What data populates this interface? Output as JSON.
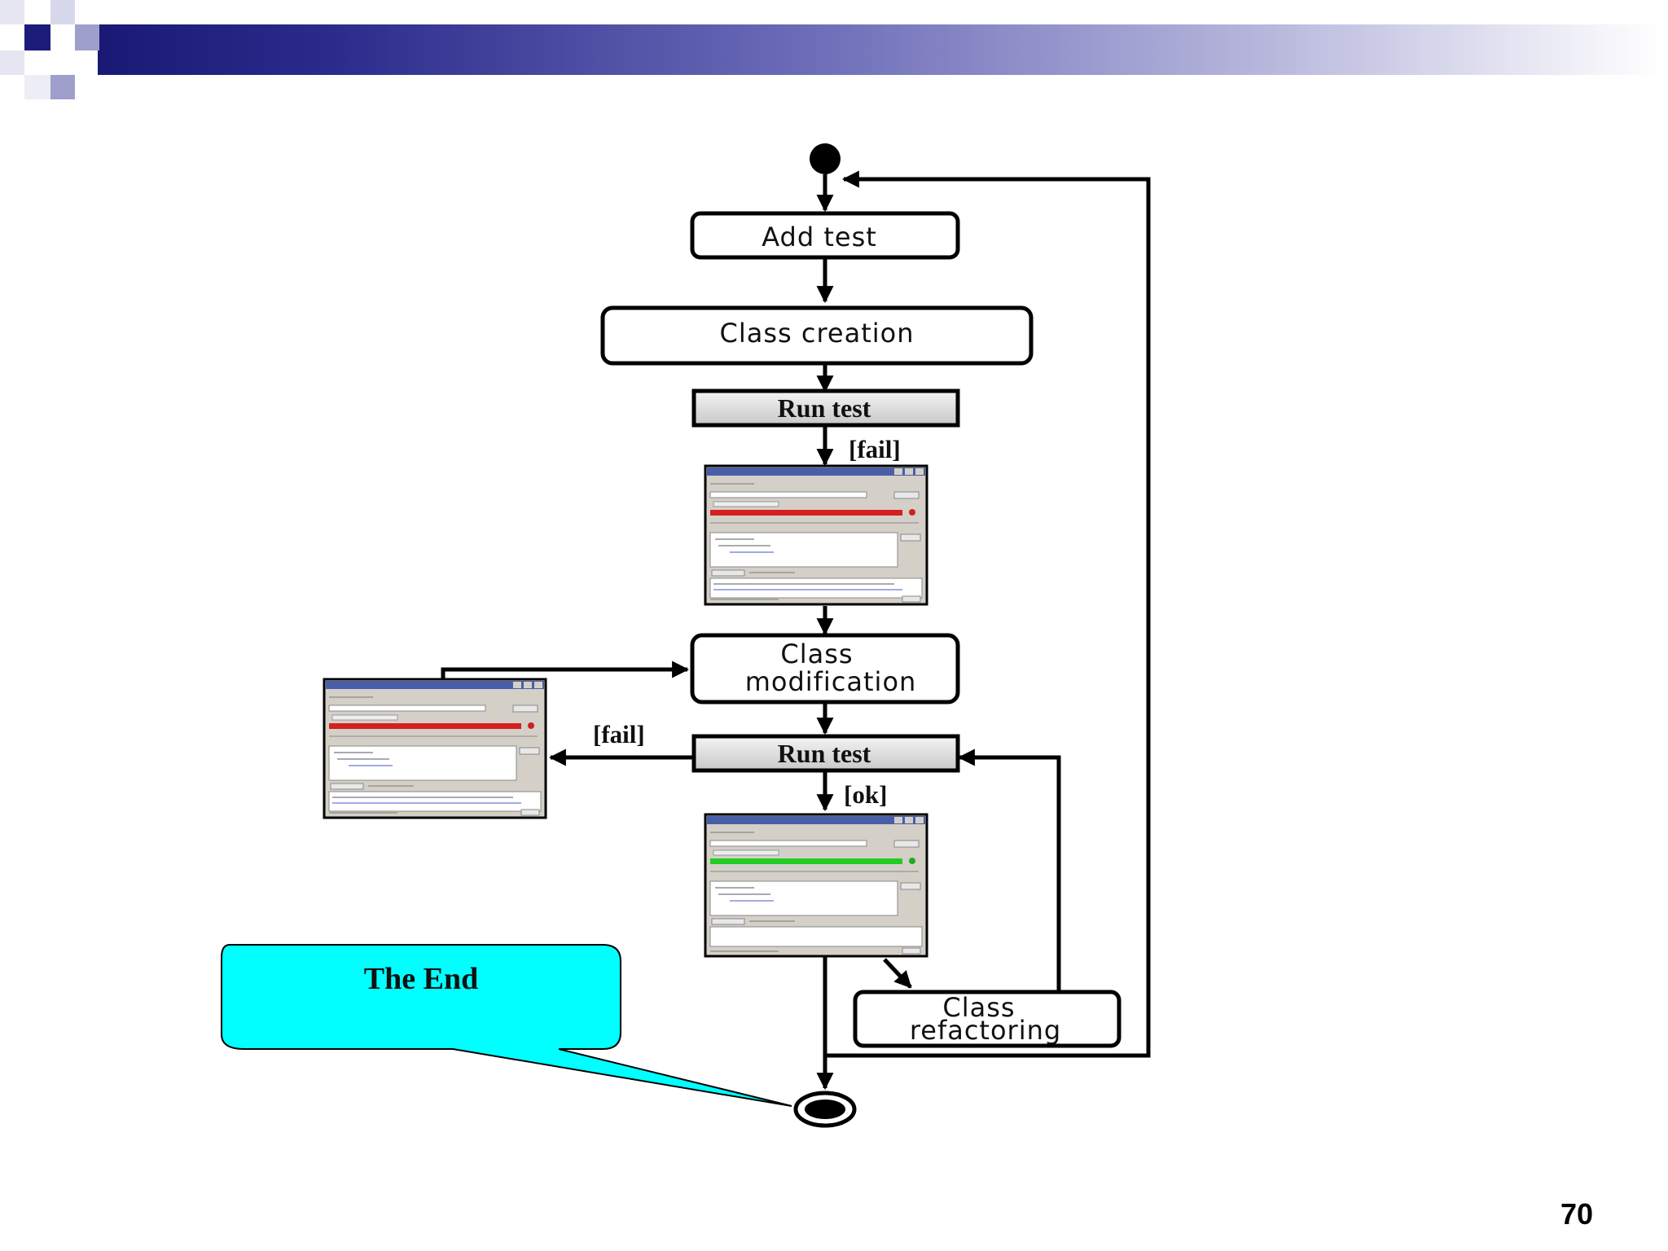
{
  "colors": {
    "header_dark": "#191975",
    "deco_square_dark": "#1c1c7a",
    "deco_square_light": "#9f9fcc",
    "callout_fill": "#00ffff",
    "fail_bar": "#d42020",
    "ok_bar": "#22cc22"
  },
  "diagram": {
    "nodes": {
      "add_test": "Add test",
      "class_creation": "Class creation",
      "run_test_1": "Run test",
      "class_modification_line1": "Class",
      "class_modification_line2": "modification",
      "run_test_2": "Run test",
      "class_refactoring_line1": "Class",
      "class_refactoring_line2": "refactoring"
    },
    "guards": {
      "fail_1": "[fail]",
      "fail_2": "[fail]",
      "ok": "[ok]"
    },
    "screenshots": {
      "top_status": "fail",
      "left_status": "fail",
      "bottom_status": "ok"
    }
  },
  "callout": {
    "text": "The End"
  },
  "page_number": "70"
}
